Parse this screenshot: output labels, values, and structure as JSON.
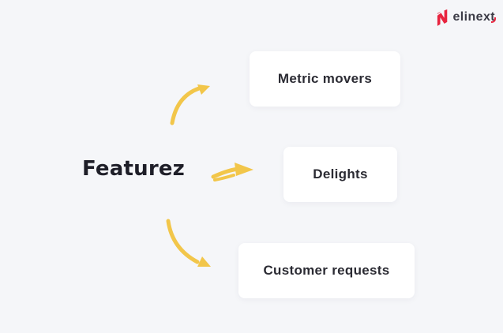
{
  "page": {
    "background_color": "#f5f6f9"
  },
  "logo": {
    "name": "elinext",
    "text_main": "elinex",
    "text_accent": "t",
    "icon_color": "#e8243f",
    "text_color": "#3c3c47"
  },
  "diagram": {
    "root": {
      "label": "Featurez"
    },
    "arrow_color": "#f2c64a",
    "node_background": "#ffffff",
    "nodes": [
      {
        "label": "Metric movers"
      },
      {
        "label": "Delights"
      },
      {
        "label": "Customer requests"
      }
    ]
  }
}
